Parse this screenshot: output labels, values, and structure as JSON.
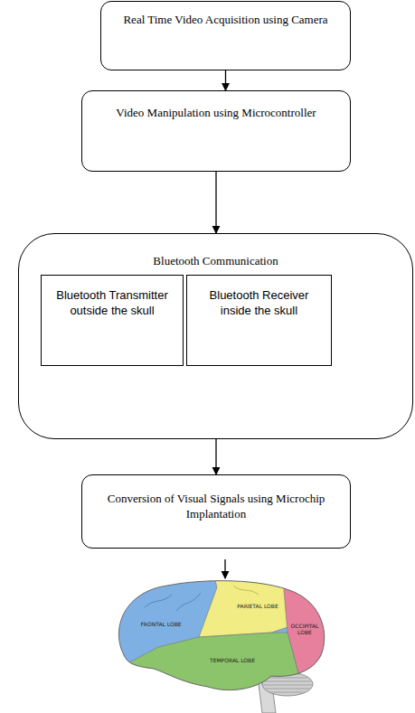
{
  "diagram": {
    "nodes": [
      {
        "text": [
          "Real Time Video Acquisition using Camera"
        ]
      },
      {
        "text": [
          "Video Manipulation using Microcontroller"
        ]
      },
      {
        "text": [
          "Bluetooth Communication"
        ]
      },
      {
        "text": [
          "Bluetooth Transmitter outside the skull"
        ],
        "in": 2
      },
      {
        "text": [
          "Bluetooth Receiver inside the skull"
        ],
        "in": 2
      },
      {
        "text": [
          "Conversion of Visual Signals using Microchip Implantation"
        ]
      }
    ],
    "edges": [
      {
        "from": 0,
        "to": 1,
        "arrow": "to"
      },
      {
        "from": 1,
        "to": 2,
        "arrow": "to"
      },
      {
        "from": 2,
        "to": 5,
        "arrow": "to"
      }
    ],
    "labels": [
      "FRONTAL LOBE",
      "PARIETAL LOBE",
      "OCCIPITAL LOBE",
      "TEMPORAL LOBE"
    ]
  }
}
